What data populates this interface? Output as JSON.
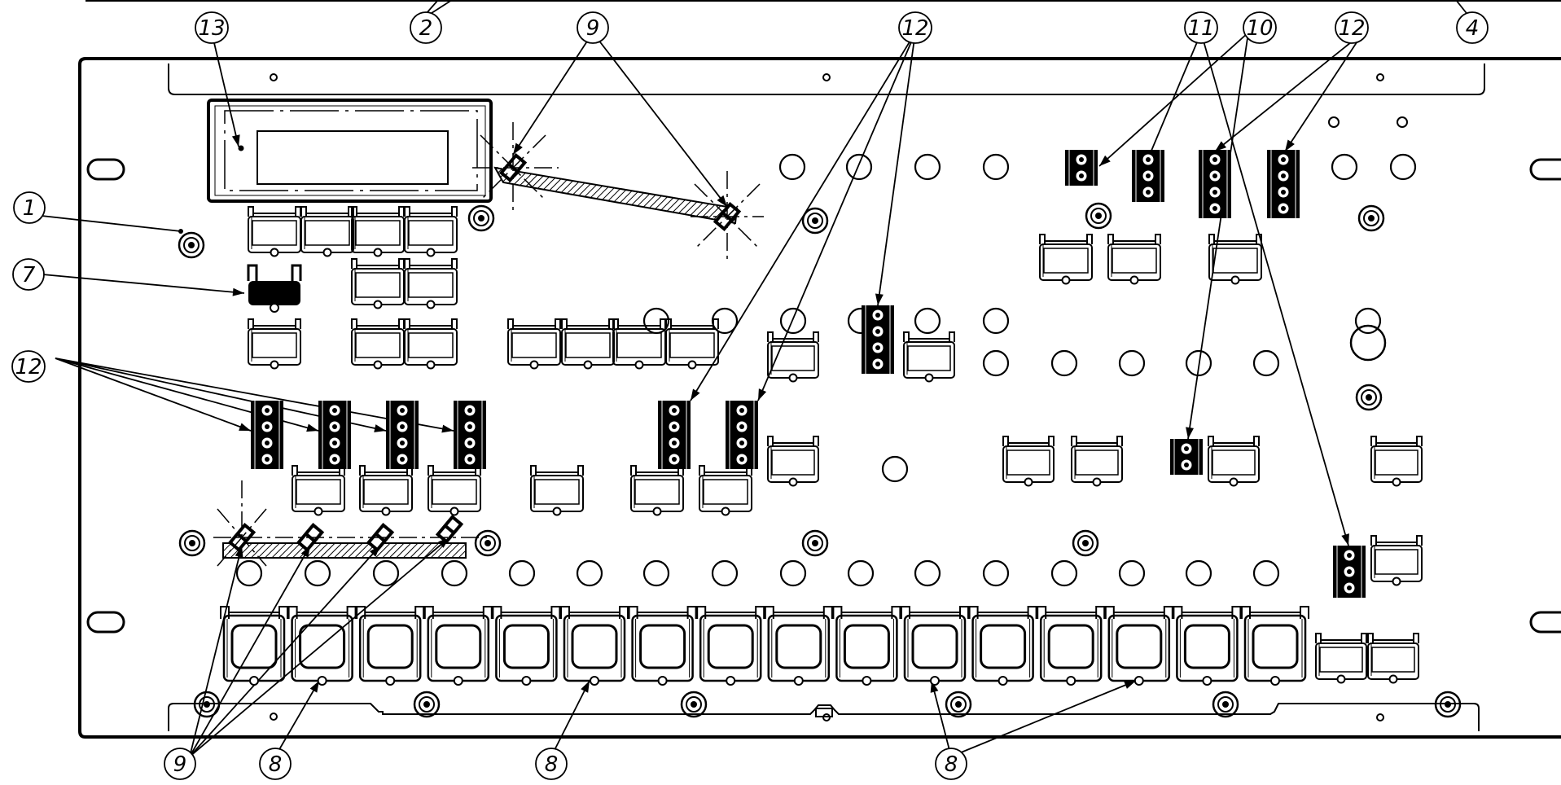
{
  "diagram": {
    "line_color": "#000000",
    "background": "#ffffff",
    "callouts": [
      {
        "id": "c1",
        "label": "1"
      },
      {
        "id": "c2",
        "label": "2"
      },
      {
        "id": "c4",
        "label": "4"
      },
      {
        "id": "c7",
        "label": "7"
      },
      {
        "id": "c8a",
        "label": "8"
      },
      {
        "id": "c8b",
        "label": "8"
      },
      {
        "id": "c8c",
        "label": "8"
      },
      {
        "id": "c9a",
        "label": "9"
      },
      {
        "id": "c9b",
        "label": "9"
      },
      {
        "id": "c10",
        "label": "10"
      },
      {
        "id": "c11",
        "label": "11"
      },
      {
        "id": "c12a",
        "label": "12"
      },
      {
        "id": "c12b",
        "label": "12"
      },
      {
        "id": "c12c",
        "label": "12"
      },
      {
        "id": "c13",
        "label": "13"
      }
    ]
  }
}
